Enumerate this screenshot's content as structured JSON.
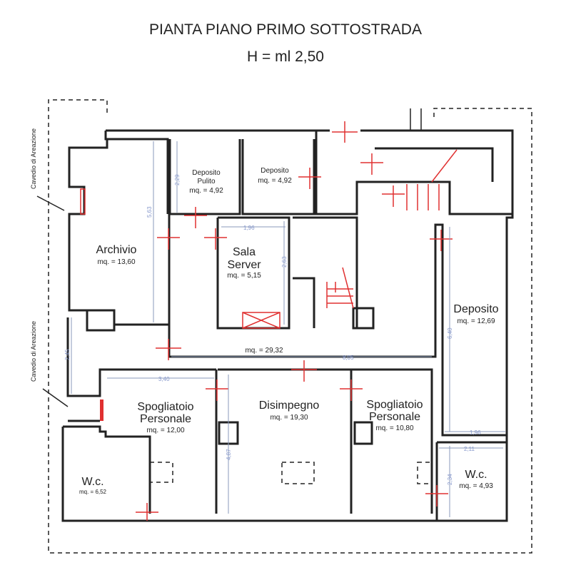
{
  "header": {
    "title": "PIANTA PIANO PRIMO SOTTOSTRADA",
    "height": "H = ml 2,50"
  },
  "rooms": {
    "deposito_pulito": {
      "name1": "Deposito",
      "name2": "Pulito",
      "area": "mq. = 4,92"
    },
    "deposito_small": {
      "name": "Deposito",
      "area": "mq. = 4,92"
    },
    "archivio": {
      "name": "Archivio",
      "area": "mq. = 13,60"
    },
    "sala_server": {
      "name1": "Sala",
      "name2": "Server",
      "area": "mq. = 5,15"
    },
    "deposito_large": {
      "name": "Deposito",
      "area": "mq. = 12,69"
    },
    "corridor": {
      "area": "mq. = 29,32"
    },
    "spogliatoio_left": {
      "name1": "Spogliatoio",
      "name2": "Personale",
      "area": "mq. = 12,00"
    },
    "disimpegno": {
      "name": "Disimpegno",
      "area": "mq. = 19,30"
    },
    "spogliatoio_right": {
      "name1": "Spogliatoio",
      "name2": "Personale",
      "area": "mq. = 10,80"
    },
    "wc_left": {
      "name": "W.c.",
      "area": "mq. = 6,52"
    },
    "wc_right": {
      "name": "W.c.",
      "area": "mq. = 4,93"
    },
    "cavedio_top": "Cavedio di Areazione",
    "cavedio_bottom": "Cavedio di Areazione"
  },
  "dimensions": {
    "d229": "2,29",
    "d563": "5,63",
    "d196a": "1,96",
    "d263": "2,63",
    "d245": "2,45",
    "d340": "3,40",
    "d805": "8,05",
    "d487": "4,87",
    "d640": "6,40",
    "d196b": "1,96",
    "d211": "2,11",
    "d234": "2,34"
  },
  "colors": {
    "wall": "#222222",
    "door": "#e03030",
    "dimension": "#8899cc"
  }
}
